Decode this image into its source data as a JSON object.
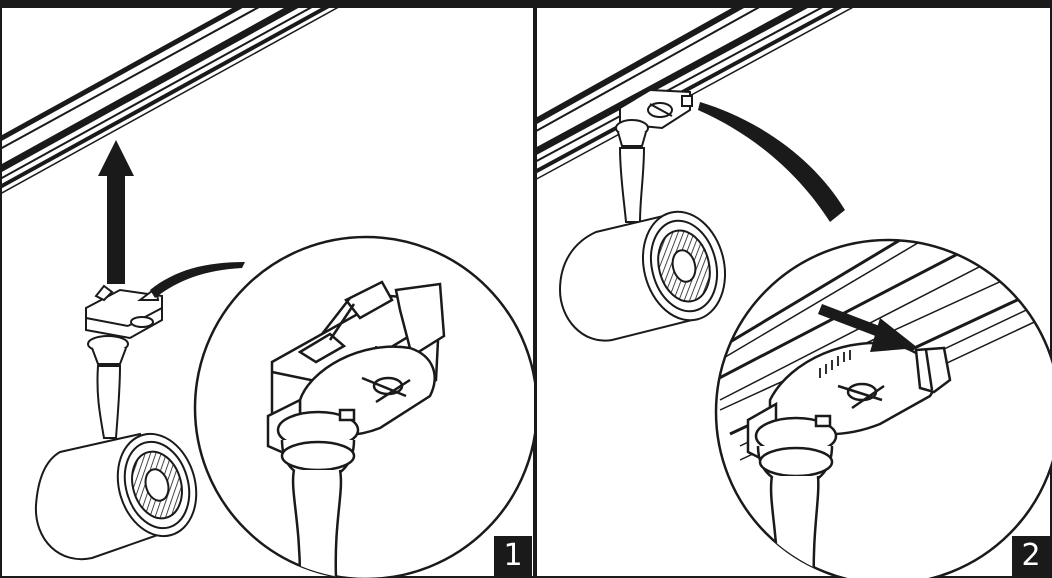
{
  "panels": [
    {
      "step": "1",
      "arrow_direction": "up"
    },
    {
      "step": "2",
      "arrow_direction": "right"
    }
  ],
  "colors": {
    "line": "#1a1a1a",
    "background": "#ffffff",
    "label_bg": "#1a1a1a",
    "label_text": "#ffffff"
  }
}
